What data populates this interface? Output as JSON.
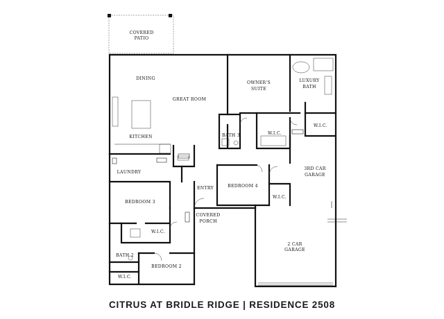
{
  "caption": {
    "community": "CITRUS AT BRIDLE RIDGE",
    "separator": "|",
    "residence": "RESIDENCE 2508"
  },
  "rooms": {
    "covered_patio_1": "COVERED",
    "covered_patio_2": "PATIO",
    "dining": "DINING",
    "great_room": "GREAT ROOM",
    "kitchen": "KITCHEN",
    "owners_suite_1": "OWNER'S",
    "owners_suite_2": "SUITE",
    "luxury_bath_1": "LUXURY",
    "luxury_bath_2": "BATH",
    "bath3": "BATH 3",
    "wic_owner": "W.I.C.",
    "wic_bath": "W.I.C.",
    "laundry": "LAUNDRY",
    "entry": "ENTRY",
    "bedroom4": "BEDROOM 4",
    "third_car_garage_1": "3RD CAR",
    "third_car_garage_2": "GARAGE",
    "wic_bed4": "W.I.C.",
    "bedroom3": "BEDROOM 3",
    "wic_bed3": "W.I.C.",
    "covered_porch_1": "COVERED",
    "covered_porch_2": "PORCH",
    "two_car_garage_1": "2 CAR",
    "two_car_garage_2": "GARAGE",
    "bath2": "BATH 2",
    "bedroom2": "BEDROOM 2",
    "wic_bed2": "W.I.C."
  }
}
